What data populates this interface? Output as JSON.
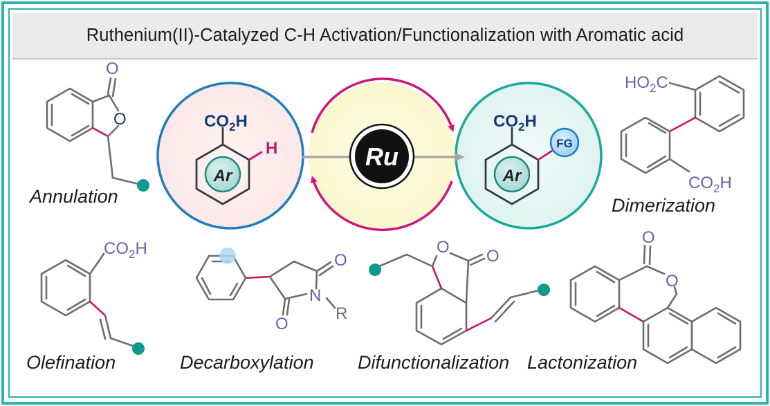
{
  "title": "Ruthenium(II)-Catalyzed C-H Activation/Functionalization with Aromatic acid",
  "colors": {
    "border": "#2bb3ae",
    "ruthenium_bond": "#c8156b",
    "heteroatom": "#6a5fae",
    "dark_blue": "#143a78",
    "bond_gray": "#6d6d6d",
    "teal_dot": "#0f9a8e",
    "circle_blue": "#1e7dbf",
    "circle_teal": "#1aa89e",
    "arrow_magenta": "#d1137b",
    "ru_core": "#111111"
  },
  "center": {
    "catalyst": "Ru",
    "left_aryl": "Ar",
    "right_aryl": "Ar",
    "left_acid": "CO",
    "left_acid_sub": "2",
    "left_acid_tail": "H",
    "right_acid": "CO",
    "right_acid_sub": "2",
    "right_acid_tail": "H",
    "activated_h": "H",
    "functional_group": "FG"
  },
  "labels": {
    "annulation": "Annulation",
    "dimerization": "Dimerization",
    "olefination": "Olefination",
    "decarboxylation": "Decarboxylation",
    "difunctionalization": "Difunctionalization",
    "lactonization": "Lactonization"
  },
  "atoms": {
    "o": "O",
    "n": "N",
    "r": "R",
    "ho2c": "HO",
    "ho2c_sub": "2",
    "ho2c_tail": "C",
    "co2h": "CO",
    "co2h_sub": "2",
    "co2h_tail": "H"
  }
}
